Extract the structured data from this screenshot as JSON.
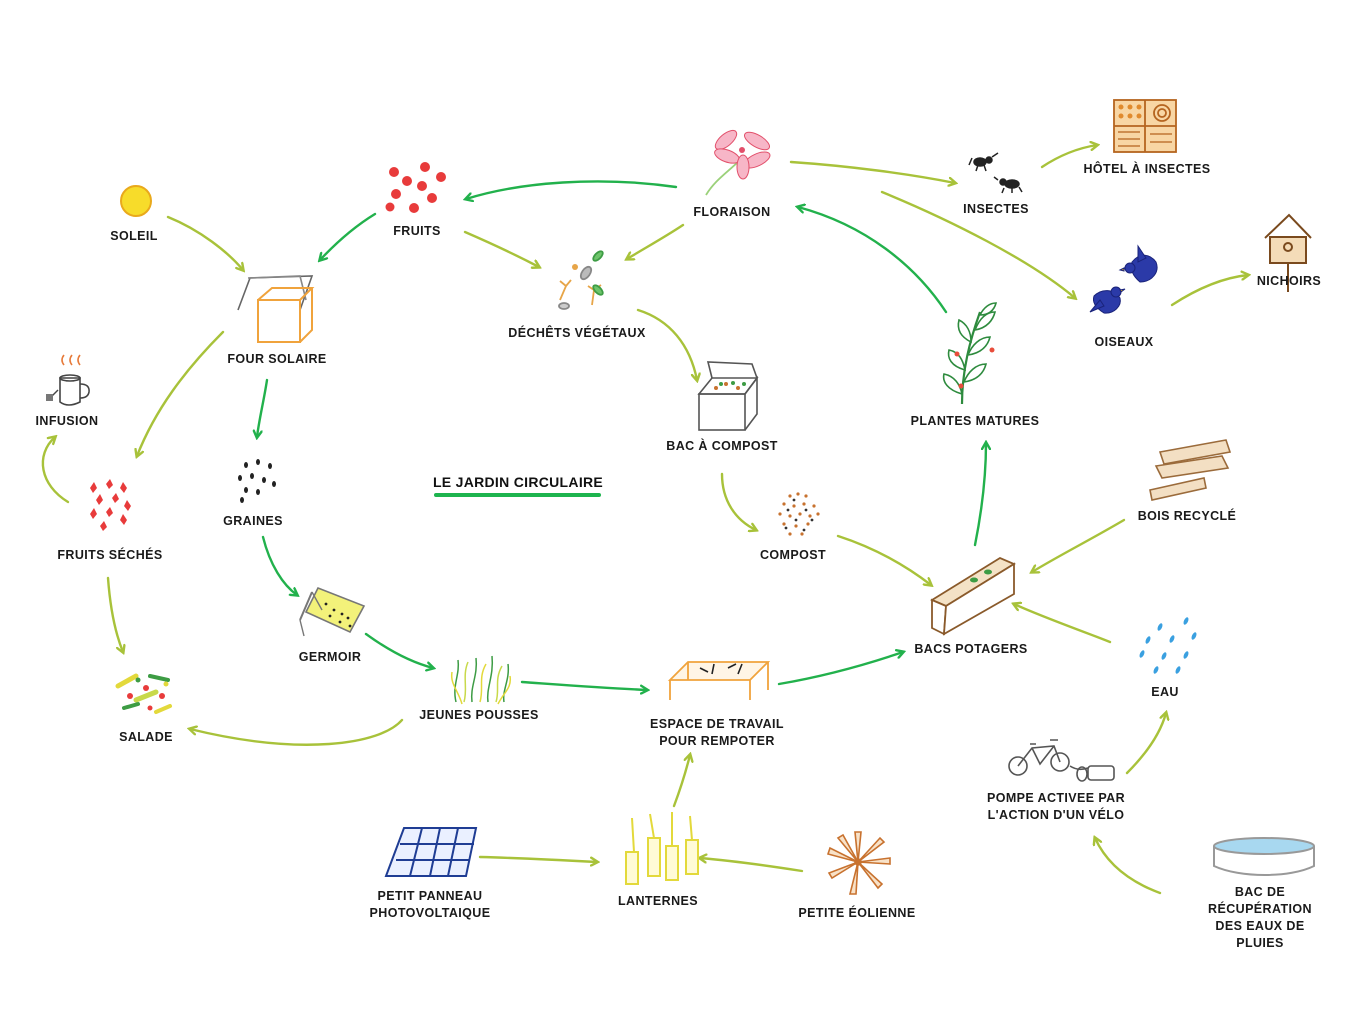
{
  "title": "LE JARDIN CIRCULAIRE",
  "colors": {
    "arrow_dark_green": "#22b14c",
    "arrow_olive": "#a8c23a",
    "text": "#1a1a1a"
  },
  "nodes": {
    "soleil": "SOLEIL",
    "fruits": "FRUITS",
    "floraison": "FLORAISON",
    "insectes": "INSECTES",
    "hotel_insectes": "HÔTEL À INSECTES",
    "four_solaire": "FOUR SOLAIRE",
    "dechets": "DÉCHÊTS VÉGÉTAUX",
    "oiseaux": "OISEAUX",
    "nichoirs": "NICHOIRS",
    "infusion": "INFUSION",
    "plantes_matures": "PLANTES MATURES",
    "bac_compost": "BAC À COMPOST",
    "graines": "GRAINES",
    "bois_recycle": "BOIS RECYCLÉ",
    "fruits_seches": "FRUITS SÉCHÉS",
    "compost": "COMPOST",
    "germoir": "GERMOIR",
    "bacs_potagers": "BACS POTAGERS",
    "eau": "EAU",
    "jeunes_pousses": "JEUNES POUSSES",
    "salade": "SALADE",
    "espace_travail": "ESPACE DE TRAVAIL\nPOUR REMPOTER",
    "pompe": "POMPE ACTIVEE PAR\nL'ACTION D'UN VÉLO",
    "panneau": "PETIT PANNEAU\nPHOTOVOLTAIQUE",
    "lanternes": "LANTERNES",
    "eolienne": "PETITE ÉOLIENNE",
    "bac_recup": "BAC DE RÉCUPÉRATION\nDES EAUX DE PLUIES"
  },
  "icons": [
    "sun-icon",
    "fruit-drops-icon",
    "flower-icon",
    "ants-icon",
    "insect-hotel-icon",
    "solar-oven-icon",
    "plant-waste-icon",
    "birds-icon",
    "birdhouse-icon",
    "tea-cup-icon",
    "mature-plant-icon",
    "compost-bin-icon",
    "seeds-icon",
    "wood-planks-icon",
    "dried-fruit-icon",
    "compost-pile-icon",
    "sprouter-jar-icon",
    "planter-box-icon",
    "water-drops-icon",
    "sprouts-icon",
    "salad-icon",
    "work-table-icon",
    "bicycle-pump-icon",
    "solar-panel-icon",
    "lanterns-icon",
    "wind-turbine-icon",
    "rain-basin-icon"
  ]
}
